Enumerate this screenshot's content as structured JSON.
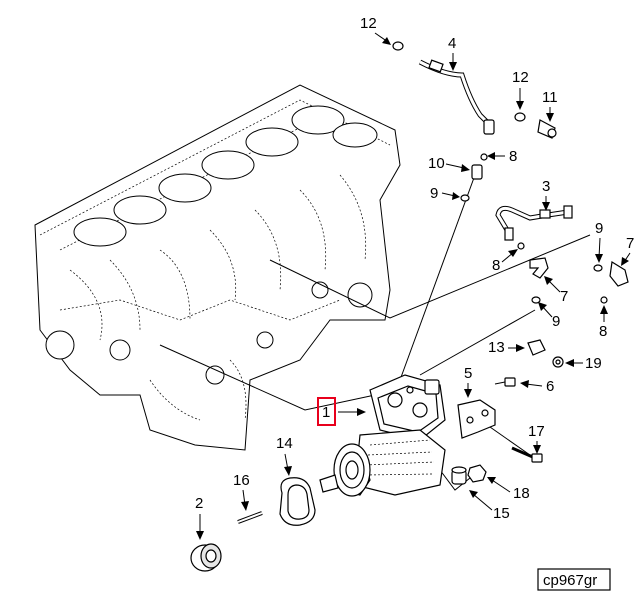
{
  "diagram": {
    "callouts": [
      {
        "id": "c12a",
        "label": "12"
      },
      {
        "id": "c4",
        "label": "4"
      },
      {
        "id": "c12b",
        "label": "12"
      },
      {
        "id": "c11",
        "label": "11"
      },
      {
        "id": "c10",
        "label": "10"
      },
      {
        "id": "c8a",
        "label": "8"
      },
      {
        "id": "c9a",
        "label": "9"
      },
      {
        "id": "c3",
        "label": "3"
      },
      {
        "id": "c9b",
        "label": "9"
      },
      {
        "id": "c7a",
        "label": "7"
      },
      {
        "id": "c8b",
        "label": "8"
      },
      {
        "id": "c7b",
        "label": "7"
      },
      {
        "id": "c9c",
        "label": "9"
      },
      {
        "id": "c8c",
        "label": "8"
      },
      {
        "id": "c13",
        "label": "13"
      },
      {
        "id": "c19",
        "label": "19"
      },
      {
        "id": "c5",
        "label": "5"
      },
      {
        "id": "c6",
        "label": "6"
      },
      {
        "id": "c1",
        "label": "1"
      },
      {
        "id": "c17",
        "label": "17"
      },
      {
        "id": "c14",
        "label": "14"
      },
      {
        "id": "c16",
        "label": "16"
      },
      {
        "id": "c2",
        "label": "2"
      },
      {
        "id": "c18",
        "label": "18"
      },
      {
        "id": "c15",
        "label": "15"
      }
    ],
    "highlight_color": "#e8001c",
    "figure_id": "cp967gr"
  }
}
